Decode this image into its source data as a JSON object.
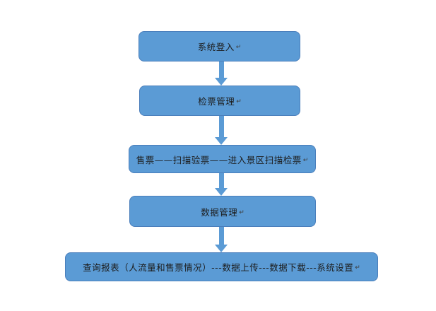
{
  "colors": {
    "box_fill": "#5b9bd5",
    "box_border": "#4a7ebb",
    "arrow_fill": "#5b9bd5",
    "text": "#1c1c1c",
    "paragraph_mark_color": "#3c3c3c",
    "background": "#ffffff"
  },
  "flowchart": {
    "paragraph_mark": "↵",
    "nodes": [
      {
        "label": "系统登入"
      },
      {
        "label": "检票管理"
      },
      {
        "label": "售票——扫描验票——进入景区扫描检票"
      },
      {
        "label": "数据管理"
      },
      {
        "label": "查询报表（人流量和售票情况）---数据上传---数据下载---系统设置"
      }
    ]
  }
}
